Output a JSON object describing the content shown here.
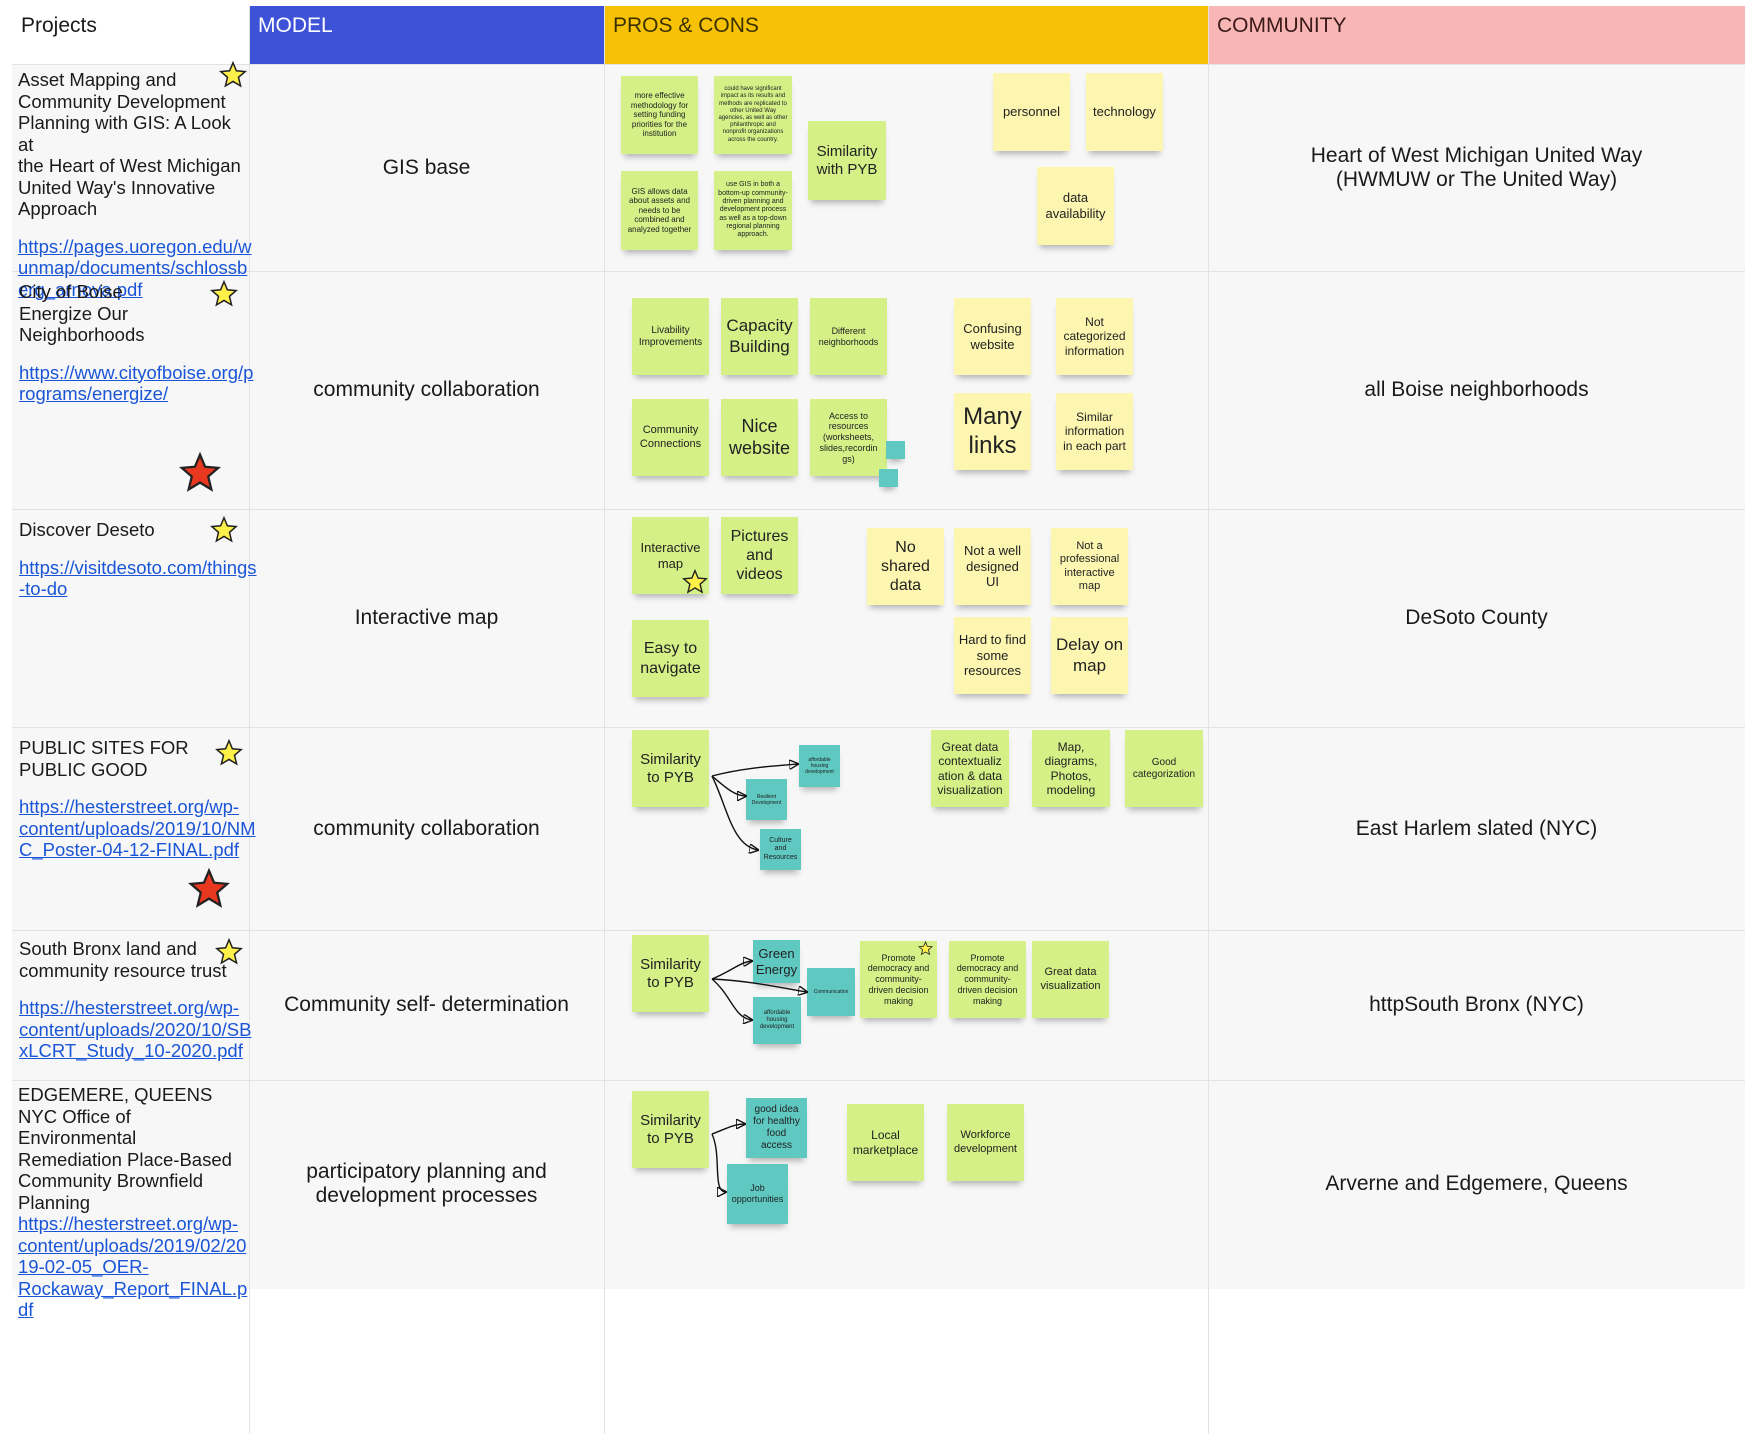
{
  "headers": {
    "projects": "Projects",
    "model": "MODEL",
    "pros_cons": "PROS & CONS",
    "community": "COMMUNITY"
  },
  "colors": {
    "model_header": "#3d52d6",
    "pros_header": "#f7c205",
    "community_header": "#f8b7b5",
    "sticky_green": "#d4f087",
    "sticky_yellow": "#fcf6b0",
    "sticky_teal": "#5ec8c1",
    "star_yellow": "#fff04a",
    "star_red": "#e8381f"
  },
  "rows": [
    {
      "title": "Asset Mapping and\nCommunity Development\nPlanning with GIS: A Look at\nthe Heart of West Michigan\nUnited Way's Innovative\nApproach",
      "link": "https://pages.uoregon.edu/w\nunmap/documents/schlossb\nerg_arnova.pdf",
      "model": "GIS base",
      "community": "Heart of West Michigan United Way\n(HWMUW or The United Way)",
      "notes": [
        "more effective methodology for setting funding priorities for the institution",
        "could have significant impact as its results and methods are replicated to other United Way agencies, as well as other philanthropic and nonprofit organizations across the country.",
        "GIS allows data about assets and needs to be combined and analyzed together",
        "use GIS in both a bottom-up community-driven planning and development process as well as a top-down regional planning approach.",
        "Similarity with PYB",
        "personnel",
        "technology",
        "data availability"
      ]
    },
    {
      "title": "City of Boise\nEnergize Our\nNeighborhoods",
      "link": "https://www.cityofboise.org/p\nrograms/energize/",
      "model": "community collaboration",
      "community": "all Boise neighborhoods",
      "notes": [
        "Livability Improvements",
        "Capacity Building",
        "Different neighborhoods",
        "Community Connections",
        "Nice website",
        "Access to resources (worksheets, slides,recordin gs)",
        "Confusing website",
        "Not categorized information",
        "Many links",
        "Similar information in each part"
      ]
    },
    {
      "title": "Discover Deseto",
      "link": "https://visitdesoto.com/things\n-to-do",
      "model": "Interactive map",
      "community": "DeSoto County",
      "notes": [
        "Interactive map",
        "Pictures and videos",
        "Easy to navigate",
        "No shared data",
        "Not a well designed UI",
        "Not a professional interactive map",
        "Hard to find some resources",
        "Delay on map"
      ]
    },
    {
      "title": "PUBLIC SITES FOR\nPUBLIC GOOD",
      "link": "https://hesterstreet.org/wp-\ncontent/uploads/2019/10/NM\nC_Poster-04-12-FINAL.pdf",
      "model": "community collaboration",
      "community": "East Harlem slated (NYC)",
      "notes": [
        "Similarity to PYB",
        "affordable housing development",
        "Resilient Development",
        "Culture and Resources",
        "Great data contextualiz ation & data visualization",
        "Map, diagrams, Photos, modeling",
        "Good categorization"
      ]
    },
    {
      "title": "South Bronx land and\ncommunity resource trust",
      "link": "https://hesterstreet.org/wp-\ncontent/uploads/2020/10/SB\nxLCRT_Study_10-2020.pdf",
      "model": "Community self- determination",
      "community": "httpSouth Bronx (NYC)",
      "notes": [
        "Similarity to PYB",
        "Green Energy",
        "Communication",
        "affordable housing development",
        "Promote democracy and community-driven decision making",
        "Promote democracy and community-driven decision making",
        "Great data visualization"
      ]
    },
    {
      "title": "EDGEMERE, QUEENS\nNYC Office of Environmental\nRemediation Place-Based\nCommunity Brownfield\nPlanning",
      "link": "https://hesterstreet.org/wp-\ncontent/uploads/2019/02/20\n19-02-05_OER-\nRockaway_Report_FINAL.p\ndf",
      "model": "participatory planning and\ndevelopment processes",
      "community": "Arverne and Edgemere, Queens",
      "notes": [
        "Similarity to PYB",
        "good idea for healthy food access",
        "Job opportunities",
        "Local marketplace",
        "Workforce development"
      ]
    }
  ]
}
